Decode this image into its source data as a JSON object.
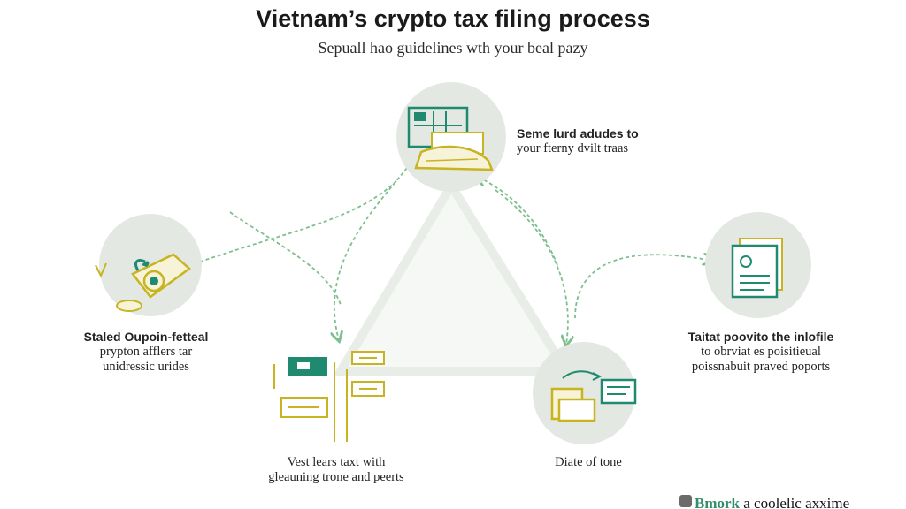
{
  "header": {
    "title": "Vietnam’s crypto tax filing process",
    "subtitle": "Sepuall hao guidelines wth your beal pazy"
  },
  "steps": [
    {
      "id": "top",
      "line1": "Seme lurd adudes to",
      "line2": "your fterny dvilt traas",
      "icon": "document-and-pile-icon"
    },
    {
      "id": "left",
      "line1": "Staled Oupoin-fetteal",
      "line2": "prypton afflers tar",
      "line3": "unidressic urides",
      "icon": "coin-and-plant-icon"
    },
    {
      "id": "right",
      "line1": "Taitat poovito the inlofile",
      "line2": "to obrviat es poisitieual",
      "line3": "poissnabuit praved poports",
      "icon": "report-document-icon"
    },
    {
      "id": "bottom-left",
      "line1": "Vest lears taxt with",
      "line2": "gleauning trone and peerts",
      "icon": "forms-and-cards-icon"
    },
    {
      "id": "bottom-right",
      "line1": "Diate of tone",
      "icon": "file-tray-icon"
    }
  ],
  "brand": {
    "prefix": "Bmork",
    "suffix": "a coolelic axxime"
  },
  "colors": {
    "circle_bg": "#e3e9e2",
    "teal": "#1f8a70",
    "gold": "#c8b321",
    "arrow": "#7fbf8e"
  }
}
